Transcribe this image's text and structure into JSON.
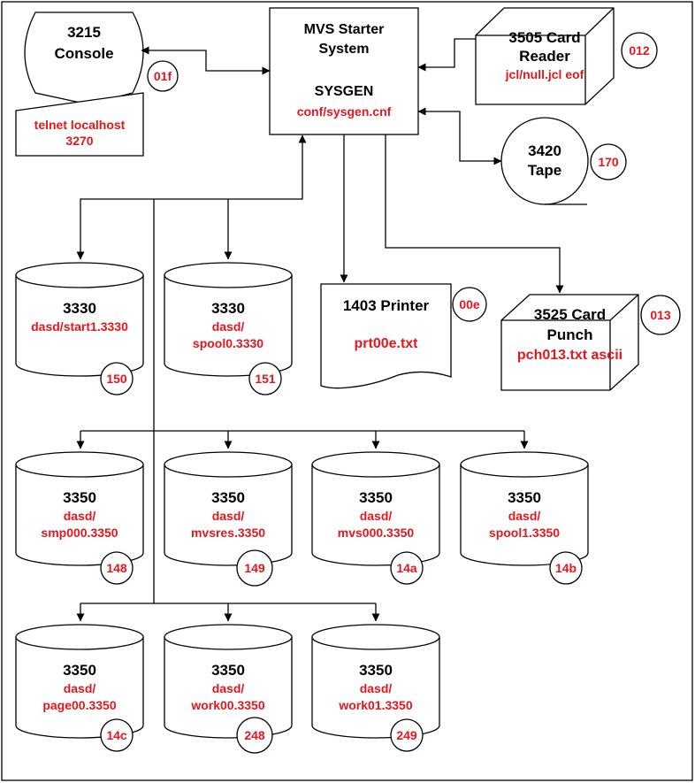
{
  "console": {
    "name": "3215",
    "label": "Console",
    "address": "01f"
  },
  "telnet": {
    "line1": "telnet localhost",
    "line2": "3270"
  },
  "system": {
    "line1": "MVS Starter",
    "line2": "System",
    "sysgen": "SYSGEN",
    "config": "conf/sysgen.cnf"
  },
  "reader": {
    "line1": "3505 Card",
    "line2": "Reader",
    "config": "jcl/null.jcl eof",
    "address": "012"
  },
  "tape": {
    "line1": "3420",
    "line2": "Tape",
    "address": "170"
  },
  "printer": {
    "title": "1403 Printer",
    "file": "prt00e.txt",
    "address": "00e"
  },
  "punch": {
    "line1": "3525 Card",
    "line2": "Punch",
    "file": "pch013.txt ascii",
    "address": "013"
  },
  "disks": [
    {
      "model": "3330",
      "path1": "dasd/start1.3330",
      "path2": "",
      "address": "150"
    },
    {
      "model": "3330",
      "path1": "dasd/",
      "path2": "spool0.3330",
      "address": "151"
    },
    {
      "model": "3350",
      "path1": "dasd/",
      "path2": "smp000.3350",
      "address": "148"
    },
    {
      "model": "3350",
      "path1": "dasd/",
      "path2": "mvsres.3350",
      "address": "149"
    },
    {
      "model": "3350",
      "path1": "dasd/",
      "path2": "mvs000.3350",
      "address": "14a"
    },
    {
      "model": "3350",
      "path1": "dasd/",
      "path2": "spool1.3350",
      "address": "14b"
    },
    {
      "model": "3350",
      "path1": "dasd/",
      "path2": "page00.3350",
      "address": "14c"
    },
    {
      "model": "3350",
      "path1": "dasd/",
      "path2": "work00.3350",
      "address": "248"
    },
    {
      "model": "3350",
      "path1": "dasd/",
      "path2": "work01.3350",
      "address": "249"
    }
  ]
}
